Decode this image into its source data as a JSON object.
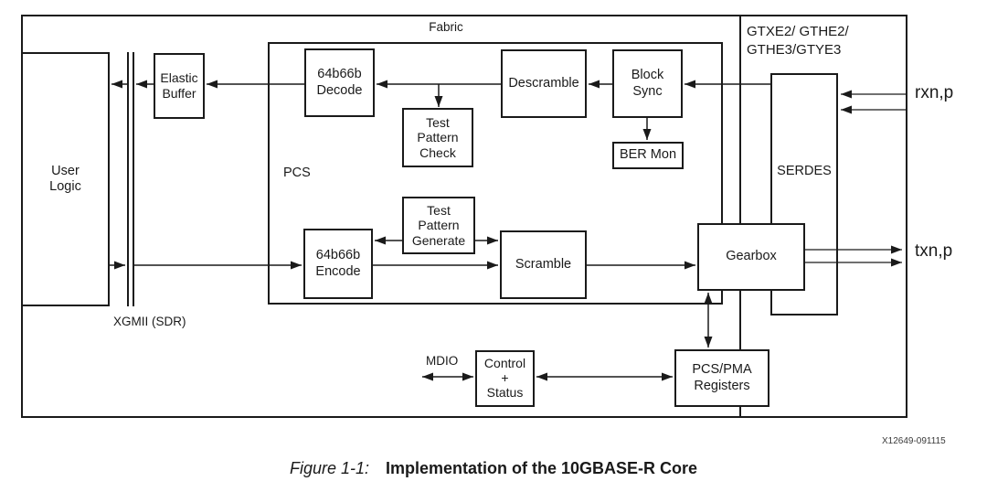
{
  "figure": {
    "caption_label": "Figure 1-1:",
    "caption_title": "Implementation of the 10GBASE-R Core",
    "watermark": "X12649-091115"
  },
  "regions": {
    "fabric_label": "Fabric",
    "gt_label": "GTXE2/ GTHE2/\nGTHE3/GTYE3",
    "pcs_label": "PCS"
  },
  "blocks": {
    "user_logic": "User\nLogic",
    "elastic_buffer": "Elastic\nBuffer",
    "decode_64b66b": "64b66b\nDecode",
    "test_pattern_check": "Test\nPattern\nCheck",
    "descramble": "Descramble",
    "block_sync": "Block\nSync",
    "ber_mon": "BER Mon",
    "test_pattern_generate": "Test\nPattern\nGenerate",
    "encode_64b66b": "64b66b\nEncode",
    "scramble": "Scramble",
    "gearbox": "Gearbox",
    "serdes": "SERDES",
    "control_status": "Control\n+\nStatus",
    "pcs_pma_registers": "PCS/PMA\nRegisters"
  },
  "labels": {
    "xgmii": "XGMII (SDR)",
    "mdio": "MDIO",
    "rx_pins": "rxn,p",
    "tx_pins": "txn,p"
  },
  "colors": {
    "line": "#1a1a1a",
    "background": "#ffffff"
  }
}
